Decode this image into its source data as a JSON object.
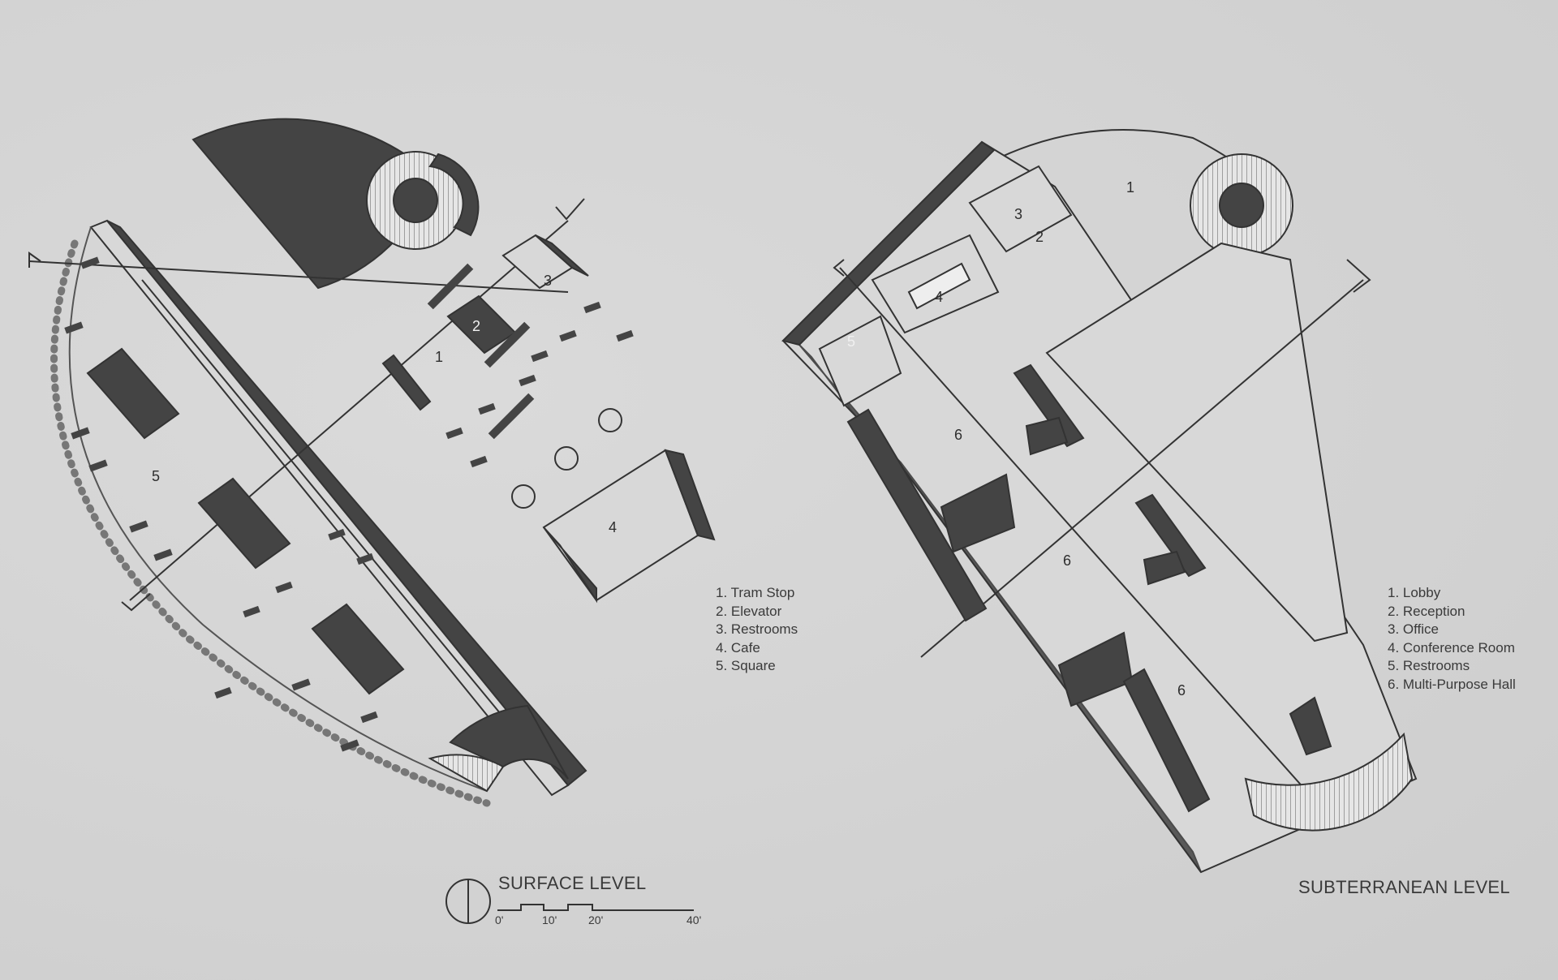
{
  "surface": {
    "title": "SURFACE LEVEL",
    "legend": [
      "1.  Tram Stop",
      "2. Elevator",
      "3. Restrooms",
      "4. Cafe",
      "5. Square"
    ],
    "rooms": [
      "1",
      "2",
      "3",
      "4",
      "5"
    ]
  },
  "subterranean": {
    "title": "SUBTERRANEAN LEVEL",
    "legend": [
      "1.  Lobby",
      "2. Reception",
      "3. Office",
      "4. Conference Room",
      "5. Restrooms",
      "6. Multi-Purpose Hall"
    ],
    "rooms": [
      "1",
      "2",
      "3",
      "4",
      "5",
      "6",
      "6",
      "6"
    ]
  },
  "scale_bar": {
    "labels": [
      "0'",
      "10'",
      "20'",
      "40'"
    ]
  },
  "colors": {
    "background": "#d4d4d4",
    "wall_fill": "#444444",
    "line": "#333333"
  }
}
